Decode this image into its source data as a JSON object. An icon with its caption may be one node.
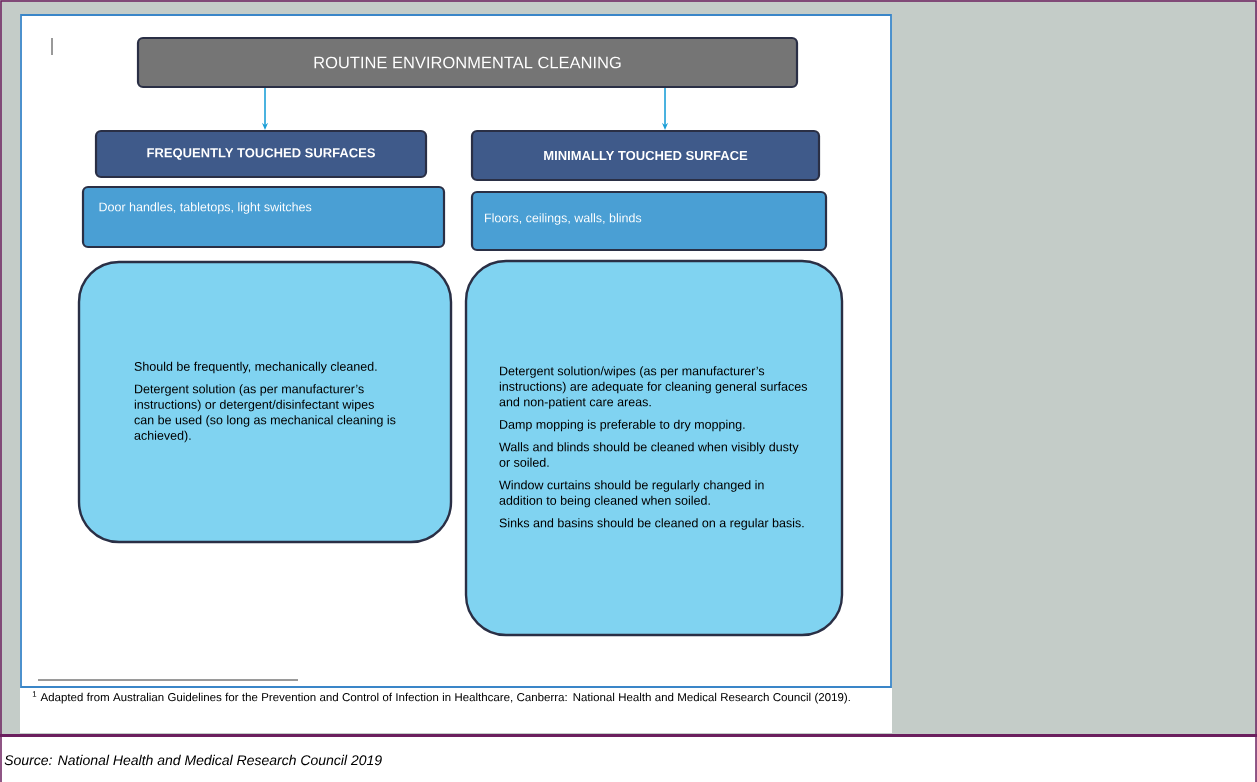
{
  "diagram": {
    "caption": "Source: National Health and Medical Research Council 2019",
    "nodes": [
      {
        "text": [
          "ROUTINE ENVIRONMENTAL CLEANING"
        ]
      },
      {
        "text": [
          "FREQUENTLY TOUCHED SURFACES"
        ]
      },
      {
        "text": [
          "MINIMALLY TOUCHED SURFACE"
        ]
      },
      {
        "text": [
          "Door handles, tabletops, light switches"
        ]
      },
      {
        "text": [
          "Floors, ceilings, walls, blinds"
        ]
      },
      {
        "text": [
          "Should be frequently, mechanically cleaned.",
          "Detergent solution (as per manufacturer’s instructions) or detergent/disinfectant wipes can be used (so long as mechanical cleaning is achieved)."
        ]
      },
      {
        "text": [
          "Detergent solution/wipes (as per manufacturer’s instructions) are adequate for cleaning general surfaces and non-patient care areas.",
          "Damp mopping is preferable to dry mopping.",
          "Walls and blinds should be cleaned when visibly dusty or soiled.",
          "Window curtains should be regularly changed in addition to being cleaned when soiled.",
          "Sinks and basins should be cleaned on a regular basis."
        ]
      }
    ],
    "edges": [
      {
        "from": 0,
        "to": 1,
        "arrow": "to"
      },
      {
        "from": 0,
        "to": 2,
        "arrow": "to"
      }
    ],
    "labels": [
      "$^{1}$ Adapted from Australian Guidelines for the Prevention and Control of Infection in Healthcare, Canberra: National Health and Medical Research Council (2019)."
    ]
  }
}
